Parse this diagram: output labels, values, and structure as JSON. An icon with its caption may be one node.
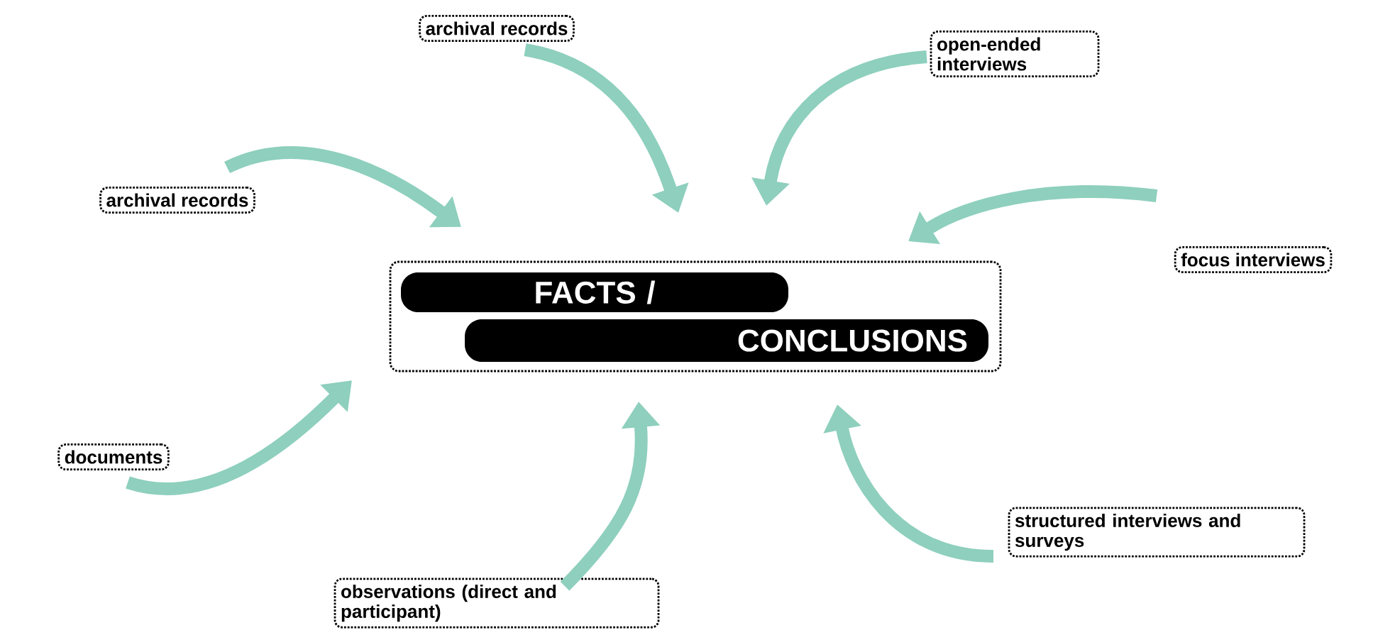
{
  "diagram": {
    "nodes": [
      {
        "text": [
          "FACTS /",
          "CONCLUSIONS"
        ]
      },
      {
        "text": [
          "archival records"
        ]
      },
      {
        "text": [
          "open-ended interviews"
        ]
      },
      {
        "text": [
          "archival records"
        ]
      },
      {
        "text": [
          "focus interviews"
        ]
      },
      {
        "text": [
          "documents"
        ]
      },
      {
        "text": [
          "structured interviews and surveys"
        ]
      },
      {
        "text": [
          "observations (direct and participant)"
        ]
      }
    ],
    "edges": [
      {
        "from": 3,
        "to": 0,
        "arrow": "to"
      },
      {
        "from": 1,
        "to": 0,
        "arrow": "to"
      },
      {
        "from": 2,
        "to": 0,
        "arrow": "to"
      },
      {
        "from": 4,
        "to": 0,
        "arrow": "to"
      },
      {
        "from": 5,
        "to": 0,
        "arrow": "to"
      },
      {
        "from": 7,
        "to": 0,
        "arrow": "to"
      },
      {
        "from": 6,
        "to": 0,
        "arrow": "to"
      }
    ]
  }
}
